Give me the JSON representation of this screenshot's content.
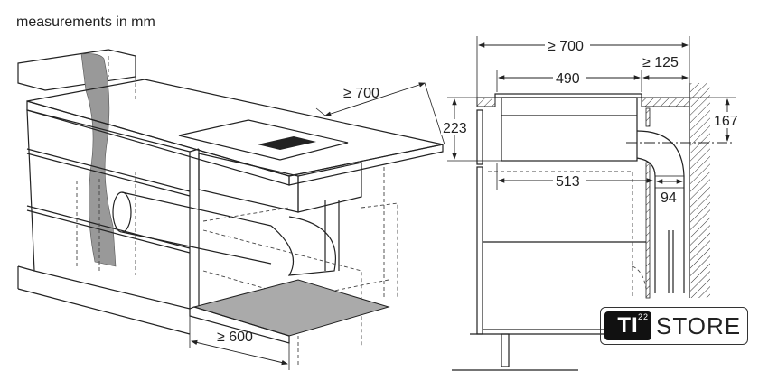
{
  "caption": "measurements in mm",
  "left_view": {
    "depth_label": "≥ 700",
    "width_label": "≥ 600"
  },
  "section_view": {
    "total_depth_label": "≥ 700",
    "hob_depth_label": "490",
    "rear_gap_label": "≥ 125",
    "height_label": "223",
    "duct_axis_height_label": "167",
    "unit_depth_label": "513",
    "duct_width_label": "94"
  },
  "logo": {
    "mark": "TI",
    "superscript": "22",
    "text": "STORE"
  }
}
